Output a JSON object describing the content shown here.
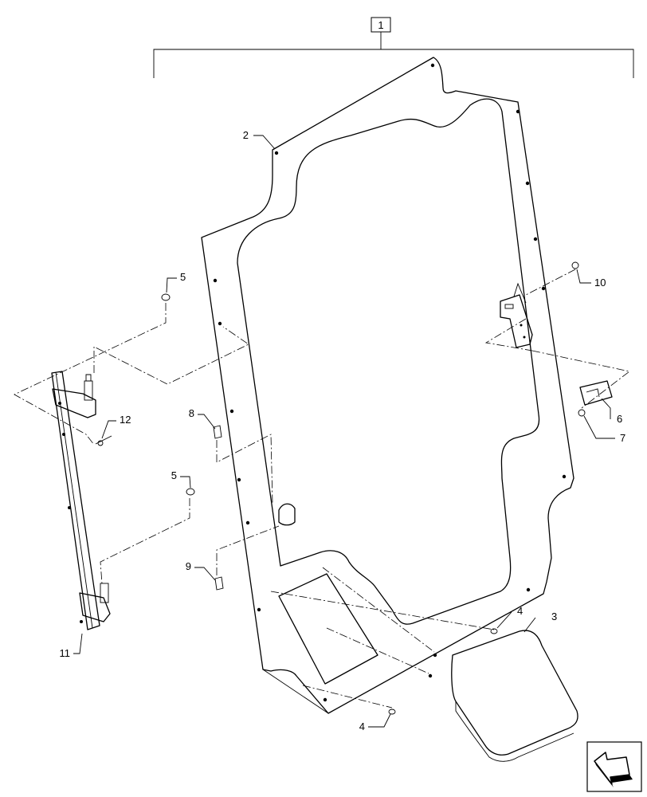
{
  "diagram": {
    "assembly_callout": "1",
    "callouts": [
      {
        "id": "2",
        "part": "frame"
      },
      {
        "id": "3",
        "part": "pad"
      },
      {
        "id": "4",
        "part": "plug-upper"
      },
      {
        "id": "4",
        "part": "plug-lower"
      },
      {
        "id": "5",
        "part": "nut-upper"
      },
      {
        "id": "5",
        "part": "nut-lower"
      },
      {
        "id": "6",
        "part": "latch-striker"
      },
      {
        "id": "7",
        "part": "screw-latch"
      },
      {
        "id": "8",
        "part": "fitting-upper"
      },
      {
        "id": "9",
        "part": "fitting-lower"
      },
      {
        "id": "10",
        "part": "screw-top"
      },
      {
        "id": "11",
        "part": "hinge-bar"
      },
      {
        "id": "12",
        "part": "bolt-hinge"
      }
    ],
    "nav_icon": "arrow-navigation-icon"
  }
}
